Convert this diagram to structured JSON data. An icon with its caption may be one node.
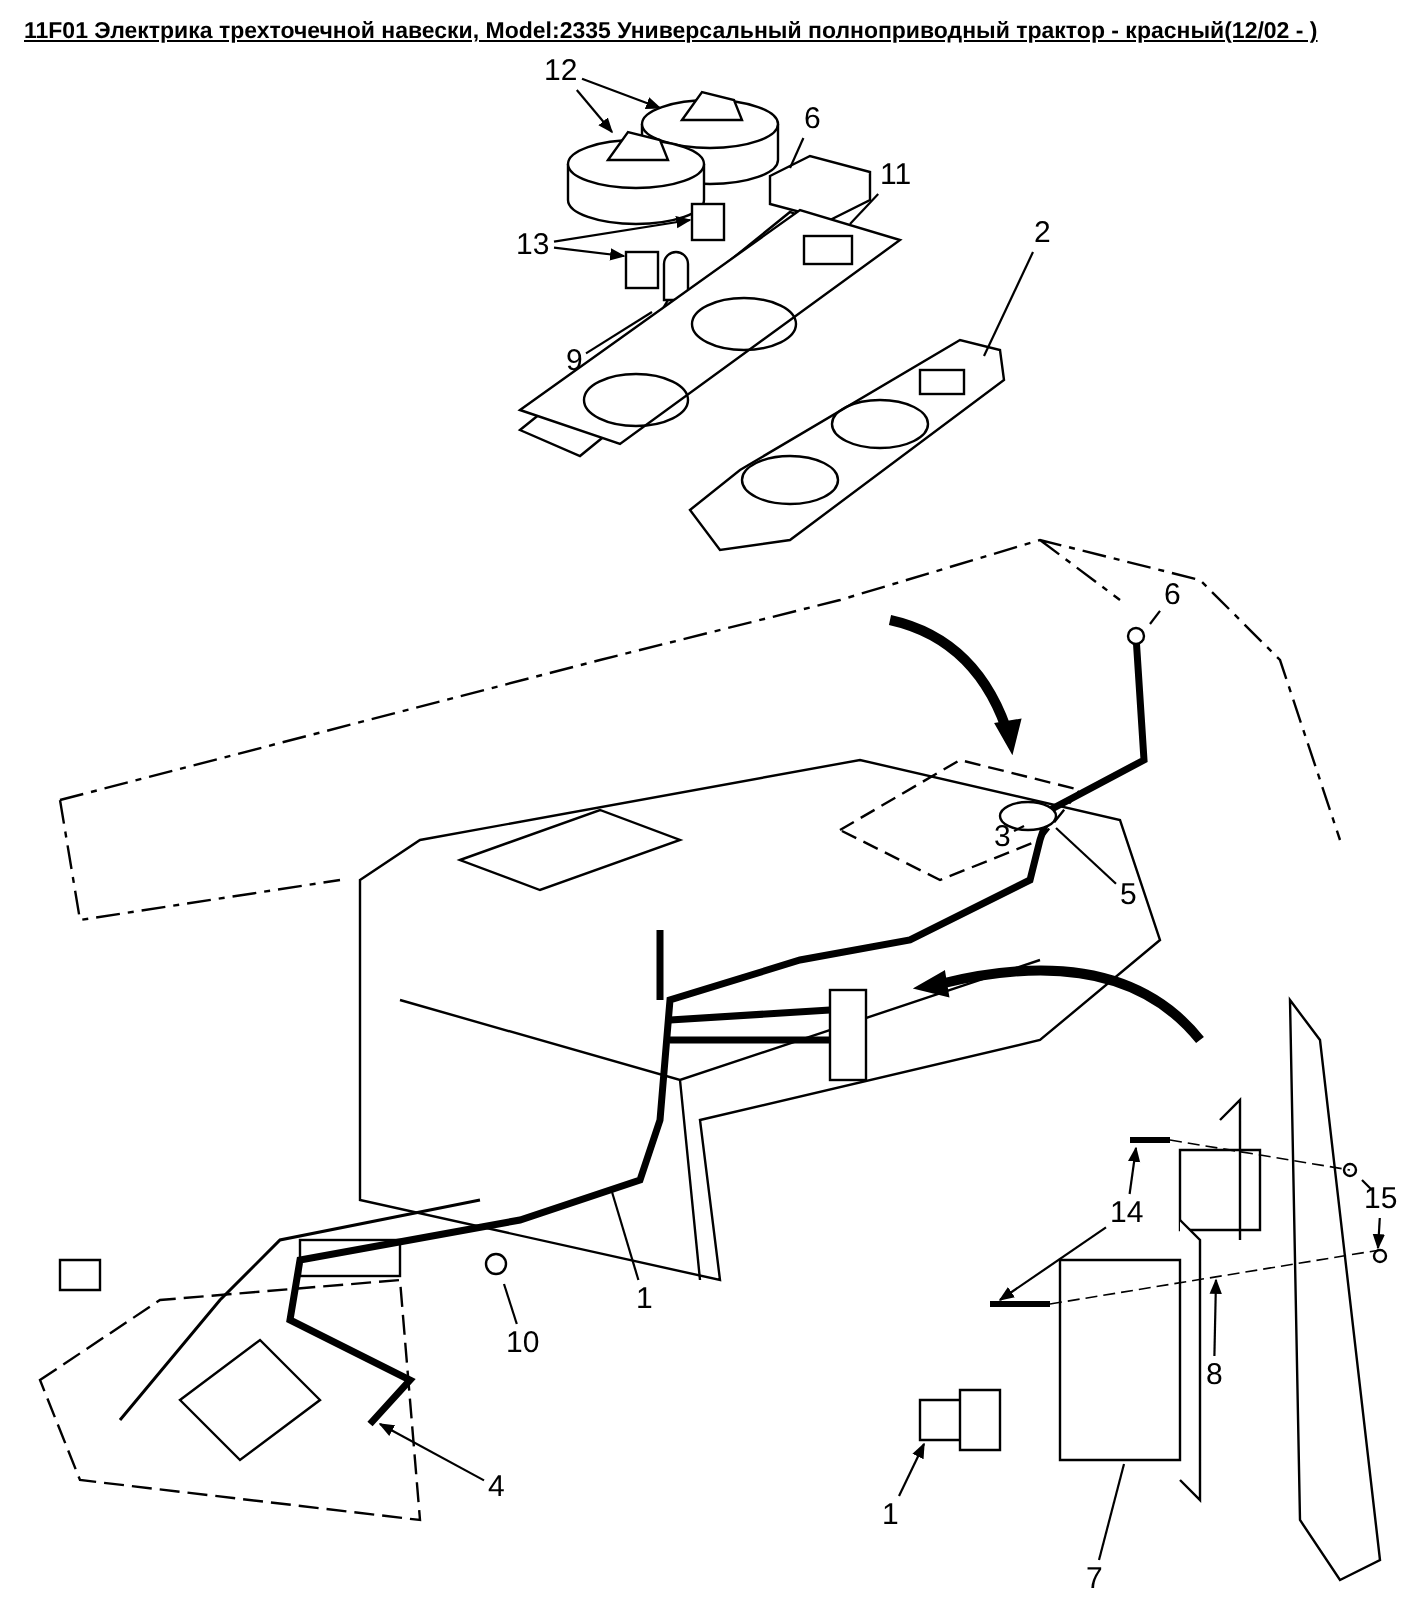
{
  "diagram": {
    "title": "11F01 Электрика трехточечной навески, Model:2335 Универсальный полноприводный трактор - красный(12/02 - )",
    "nodes": [
      {
        "text": [
          "12"
        ]
      },
      {
        "text": [
          "6"
        ]
      },
      {
        "text": [
          "11"
        ]
      },
      {
        "text": [
          "13"
        ]
      },
      {
        "text": [
          "2"
        ]
      },
      {
        "text": [
          "9"
        ]
      },
      {
        "text": [
          "6"
        ]
      },
      {
        "text": [
          "3"
        ]
      },
      {
        "text": [
          "5"
        ]
      },
      {
        "text": [
          "14"
        ]
      },
      {
        "text": [
          "15"
        ]
      },
      {
        "text": [
          "1"
        ]
      },
      {
        "text": [
          "10"
        ]
      },
      {
        "text": [
          "8"
        ]
      },
      {
        "text": [
          "4"
        ]
      },
      {
        "text": [
          "1"
        ]
      },
      {
        "text": [
          "7"
        ]
      }
    ],
    "edges": [
      {
        "from": 0,
        "to": null,
        "arrow": "to"
      },
      {
        "from": 0,
        "to": null,
        "arrow": "to"
      },
      {
        "from": 1,
        "to": null,
        "arrow": "none"
      },
      {
        "from": 2,
        "to": null,
        "arrow": "none"
      },
      {
        "from": 3,
        "to": null,
        "arrow": "to"
      },
      {
        "from": 3,
        "to": null,
        "arrow": "to"
      },
      {
        "from": 4,
        "to": null,
        "arrow": "none"
      },
      {
        "from": 5,
        "to": null,
        "arrow": "none"
      },
      {
        "from": 6,
        "to": null,
        "arrow": "none"
      },
      {
        "from": 7,
        "to": null,
        "arrow": "none"
      },
      {
        "from": 8,
        "to": null,
        "arrow": "none"
      },
      {
        "from": 9,
        "to": null,
        "arrow": "to"
      },
      {
        "from": 9,
        "to": null,
        "arrow": "to"
      },
      {
        "from": 10,
        "to": null,
        "arrow": "none"
      },
      {
        "from": 10,
        "to": null,
        "arrow": "to"
      },
      {
        "from": 11,
        "to": null,
        "arrow": "none"
      },
      {
        "from": 12,
        "to": null,
        "arrow": "none"
      },
      {
        "from": 13,
        "to": null,
        "arrow": "to"
      },
      {
        "from": 14,
        "to": null,
        "arrow": "to"
      },
      {
        "from": 15,
        "to": null,
        "arrow": "to"
      },
      {
        "from": 16,
        "to": null,
        "arrow": "none"
      }
    ]
  }
}
